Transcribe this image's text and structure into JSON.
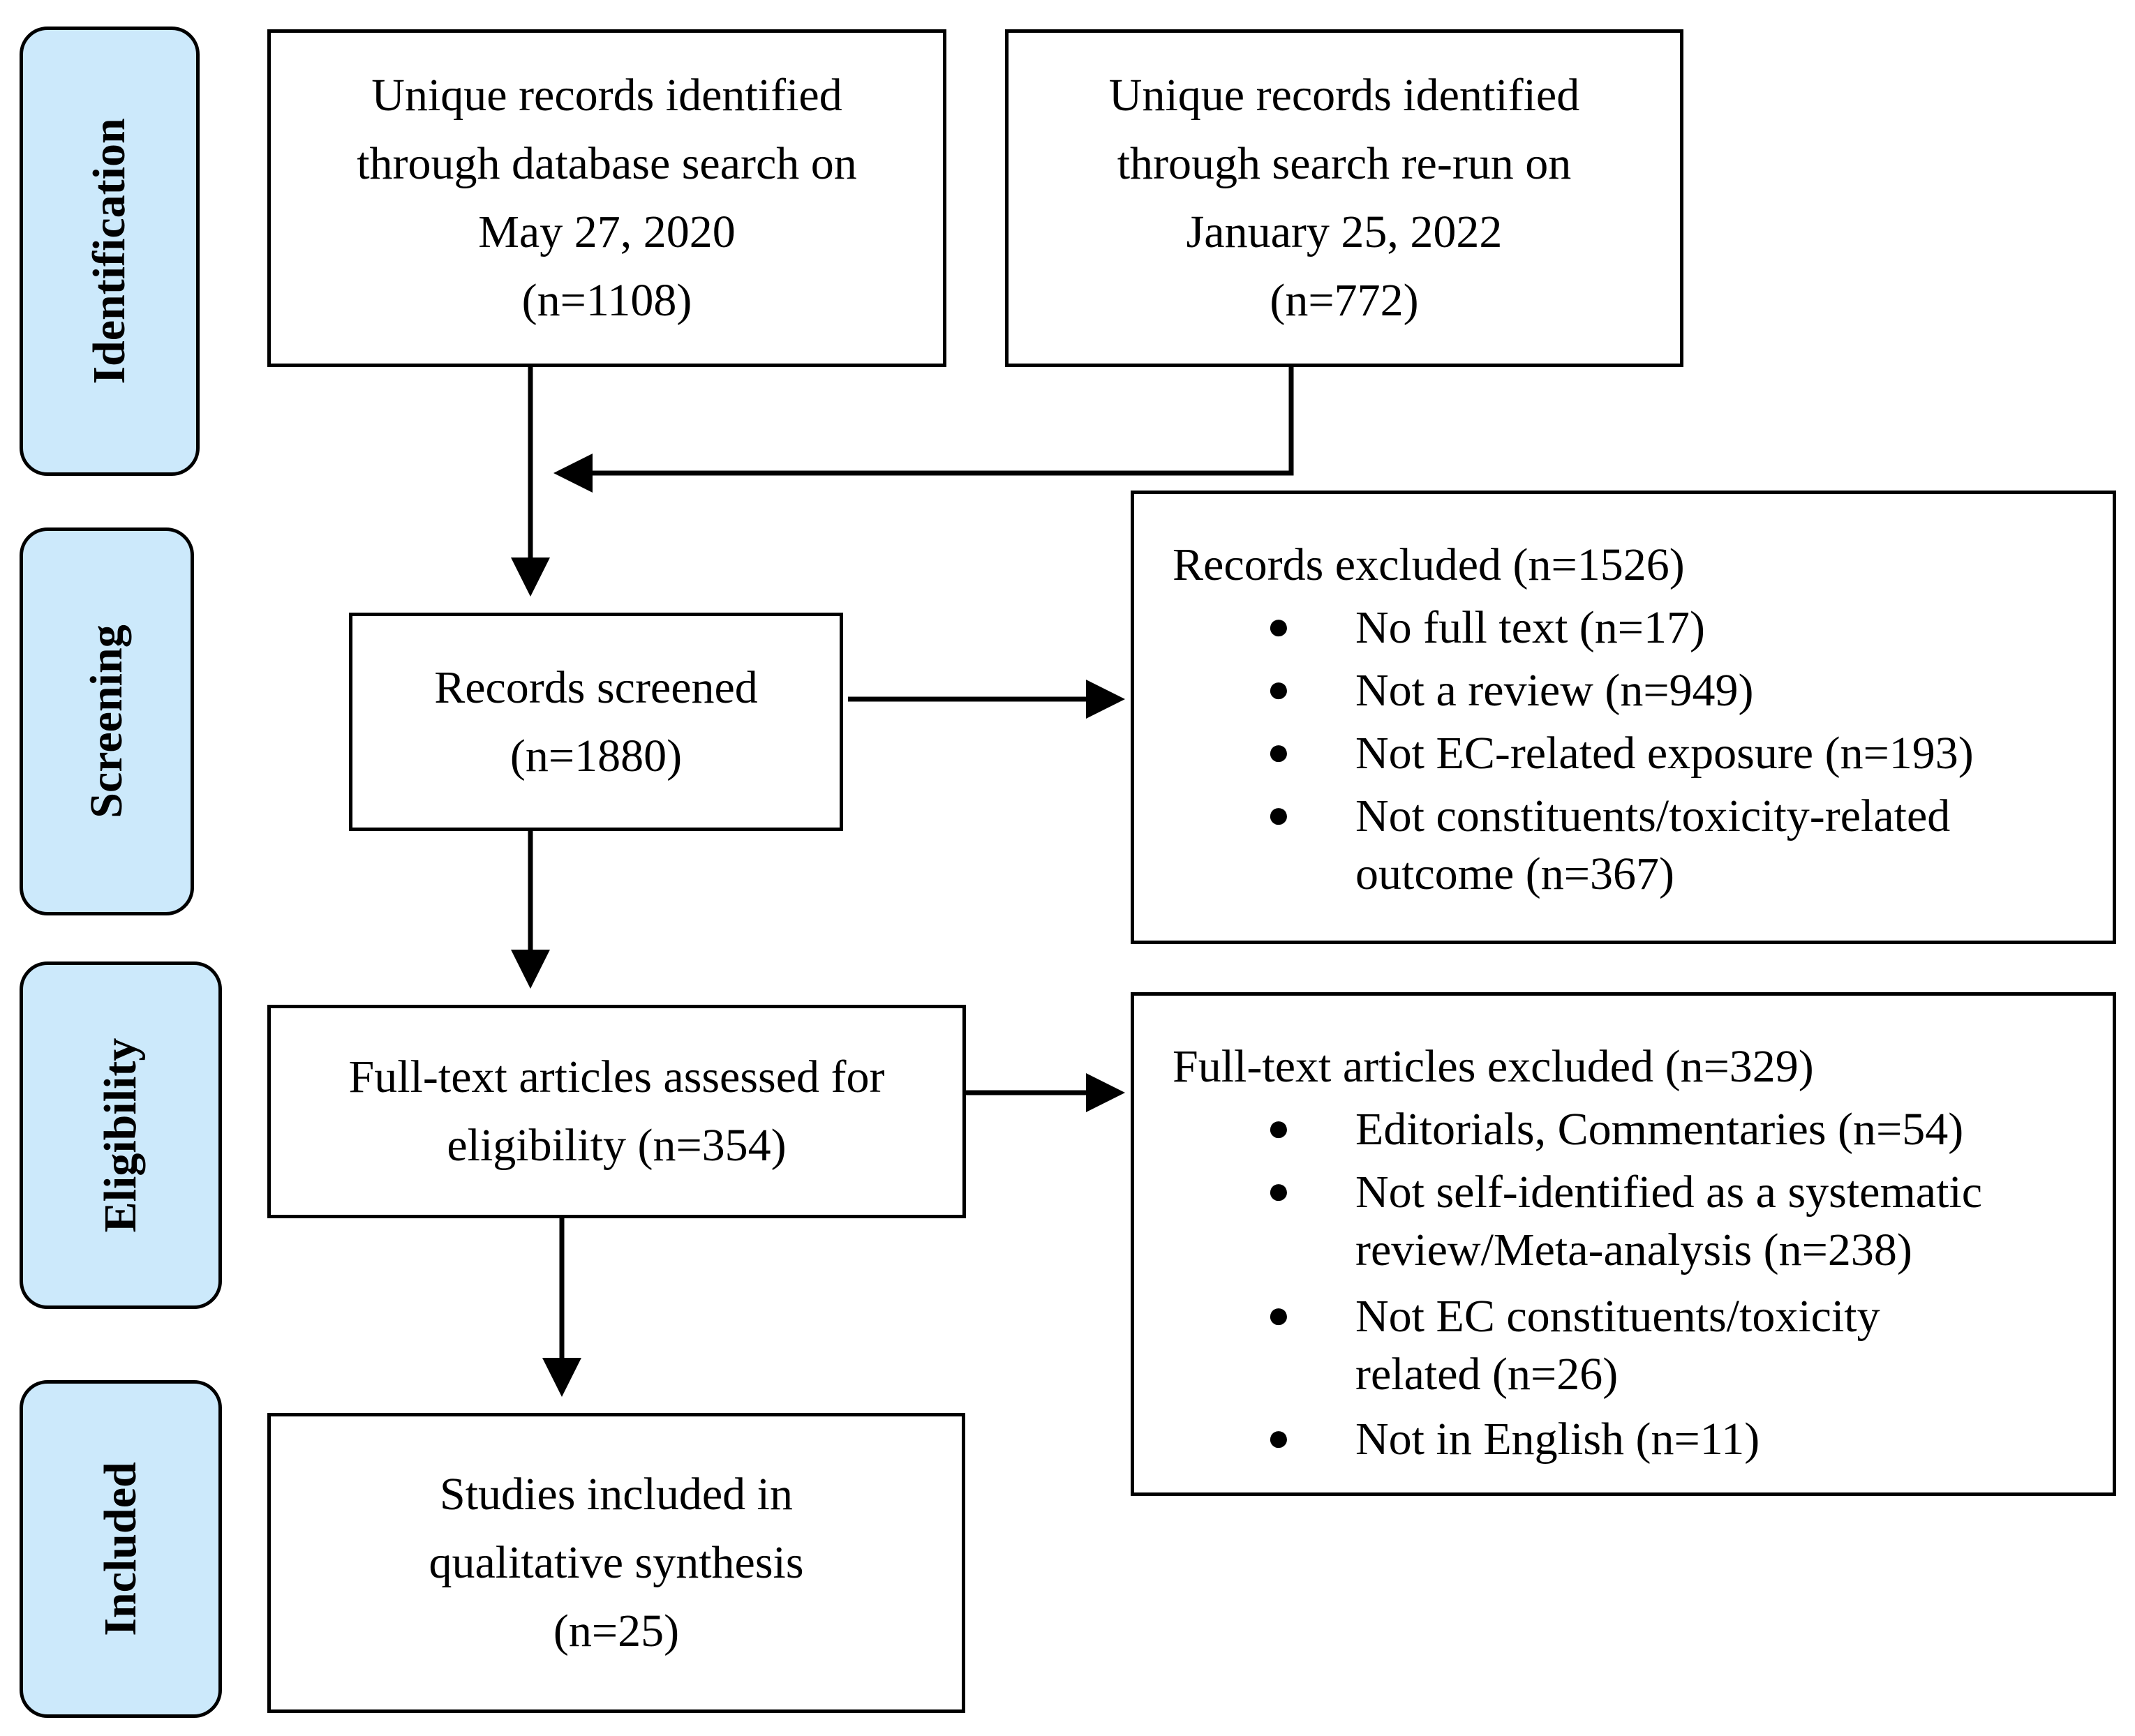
{
  "phases": {
    "identification": "Identification",
    "screening": "Screening",
    "eligibility": "Eligibility",
    "included": "Included"
  },
  "boxes": {
    "db_search": [
      "Unique records identified",
      "through database search on",
      "May 27, 2020",
      "(n=1108)"
    ],
    "rerun": [
      "Unique records identified",
      "through search re-run on",
      "January 25, 2022",
      "(n=772)"
    ],
    "screened": [
      "Records screened",
      "(n=1880)"
    ],
    "fulltext": [
      "Full-text articles assessed for",
      "eligibility (n=354)"
    ],
    "included": [
      "Studies included in",
      "qualitative synthesis",
      "(n=25)"
    ]
  },
  "records_excluded": {
    "title": "Records excluded (n=1526)",
    "items": [
      [
        "No full text (n=17)"
      ],
      [
        "Not a review (n=949)"
      ],
      [
        "Not EC-related exposure (n=193)"
      ],
      [
        "Not constituents/toxicity-related",
        "outcome (n=367)"
      ]
    ]
  },
  "fulltext_excluded": {
    "title": "Full-text articles excluded (n=329)",
    "items": [
      [
        "Editorials, Commentaries (n=54)"
      ],
      [
        "Not self-identified as a systematic",
        "review/Meta-analysis (n=238)"
      ],
      [
        "Not EC constituents/toxicity",
        "related (n=26)"
      ],
      [
        "Not in English (n=11)"
      ]
    ]
  },
  "bullet_glyph": "●"
}
